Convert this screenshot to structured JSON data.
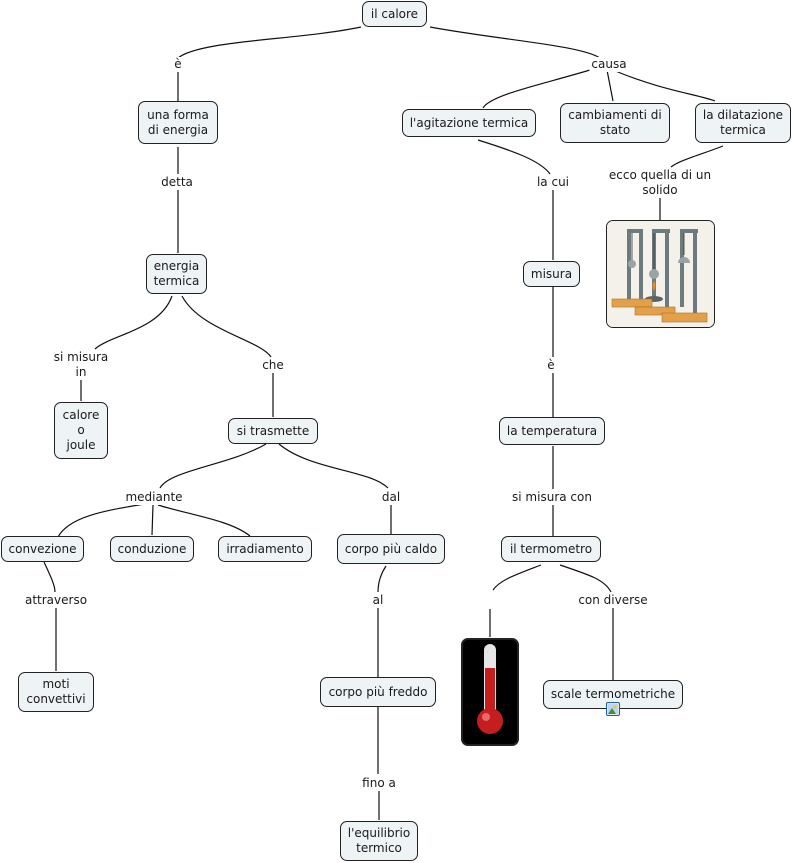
{
  "map_title": "il calore",
  "nodes": {
    "root": "il calore",
    "forma_energia": "una forma\ndi energia",
    "energia_termica": "energia\ntermica",
    "calore_joule": "calore\no\njoule",
    "si_trasmette": "si trasmette",
    "convezione": "convezione",
    "conduzione": "conduzione",
    "irradiamento": "irradiamento",
    "moti_convettivi": "moti\nconvettivi",
    "corpo_caldo": "corpo più caldo",
    "corpo_freddo": "corpo più freddo",
    "equilibrio": "l'equilibrio\ntermico",
    "agitazione": "l'agitazione termica",
    "cambiamenti": "cambiamenti di\nstato",
    "dilatazione": "la dilatazione\ntermica",
    "misura": "misura",
    "temperatura": "la temperatura",
    "termometro": "il termometro",
    "scale": "scale termometriche"
  },
  "links": {
    "e1": "è",
    "causa": "causa",
    "detta": "detta",
    "si_misura_in": "si misura\nin",
    "che": "che",
    "mediante": "mediante",
    "dal": "dal",
    "attraverso": "attraverso",
    "al": "al",
    "fino_a": "fino a",
    "la_cui": "la cui",
    "ecco_solido": "ecco quella di un\nsolido",
    "e2": "è",
    "si_misura_con": "si misura con",
    "con_diverse": "con diverse"
  },
  "images": {
    "dilatazione_apparatus": "thermal-expansion-apparatus-image",
    "thermometer": "thermometer-image"
  },
  "icons": {
    "scale_resource": "image-resource-icon"
  },
  "colors": {
    "node_fill": "#eef3f5",
    "node_border": "#222222",
    "mercury": "#c41e1e"
  }
}
